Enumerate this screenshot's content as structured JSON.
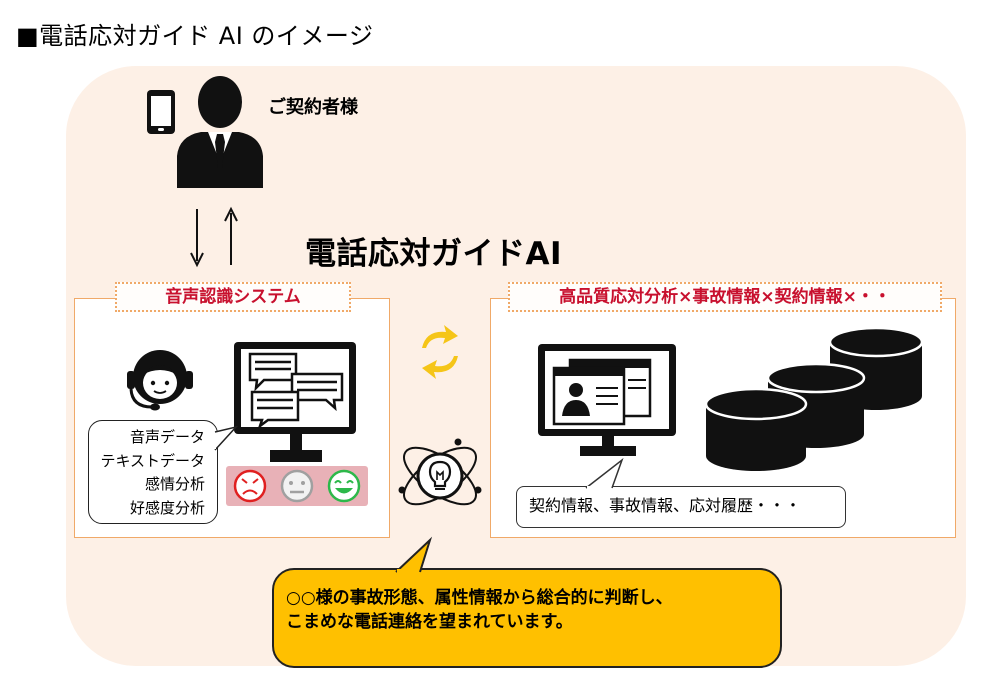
{
  "page_title": "■電話応対ガイド AI のイメージ",
  "customer": {
    "label": "ご契約者様"
  },
  "ai_title": "電話応対ガイドAI",
  "left_section": {
    "title": "音声認識システム",
    "speech_items": [
      "音声データ",
      "テキストデータ",
      "感情分析",
      "好感度分析"
    ],
    "emotions": [
      "sad-face-icon",
      "neutral-face-icon",
      "happy-face-icon"
    ],
    "emotion_colors": [
      "#e02020",
      "#a0a0a0",
      "#2db84a"
    ]
  },
  "right_section": {
    "title": "高品質応対分析×事故情報×契約情報×・・",
    "info_text": "契約情報、事故情報、応対履歴・・・"
  },
  "callout": {
    "line1": "○○様の事故形態、属性情報から総合的に判断し、",
    "line2": "こまめな電話連絡を望まれています。"
  },
  "colors": {
    "background_panel": "#fdf0e6",
    "accent_red": "#c8102e",
    "border_orange": "#f0a968",
    "callout_yellow": "#ffc000",
    "sync_yellow": "#f5c518"
  }
}
